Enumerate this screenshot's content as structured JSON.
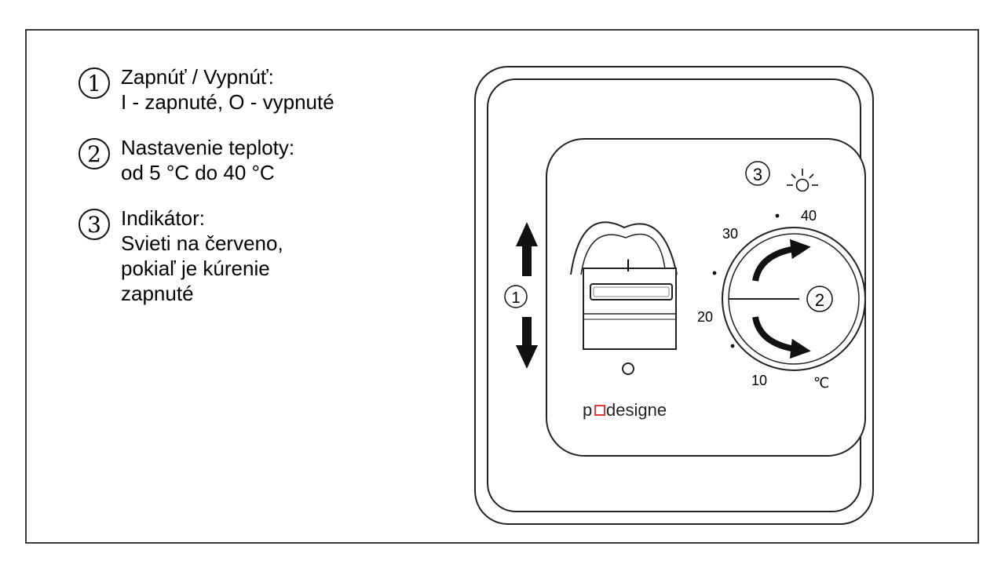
{
  "legend": {
    "items": [
      {
        "number": "1",
        "title": "Zapnúť / Vypnúť:",
        "lines": [
          "I - zapnuté, O - vypnuté"
        ]
      },
      {
        "number": "2",
        "title": "Nastavenie teploty:",
        "lines": [
          "od 5 °C  do 40 °C"
        ]
      },
      {
        "number": "3",
        "title": "Indikátor:",
        "lines": [
          "Svieti na červeno,",
          "pokiaľ je kúrenie",
          "zapnuté"
        ]
      }
    ]
  },
  "device": {
    "switch_on_symbol": "I",
    "switch_off_symbol": "O",
    "callout_1": "1",
    "callout_2": "2",
    "callout_3": "3",
    "dial_labels": [
      "40",
      "30",
      "20",
      "10"
    ],
    "unit": "℃",
    "brand_prefix": "p",
    "brand_suffix": "designe",
    "brand_mark_color": "#e03a3a"
  }
}
